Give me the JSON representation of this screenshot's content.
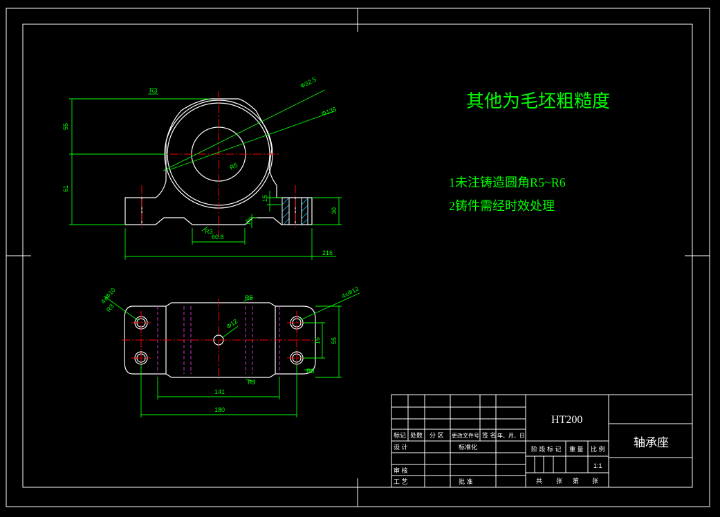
{
  "notes": {
    "title": "其他为毛坯粗糙度",
    "line1": "1未注铸造圆角R5~R6",
    "line2": "2铸件需经时效处理"
  },
  "front_view": {
    "dim_top_small": "R3",
    "dim_phi_inner": "Φ32.5",
    "dim_phi_outer": "Φ135",
    "dim_left_upper": "55",
    "dim_left_lower": "61",
    "dim_center_small": "R5",
    "dim_width_bottom": "60.8",
    "dim_total_width": "216",
    "dim_right_height": "30",
    "dim_small_left": "15",
    "dim_small_angle": "R3",
    "dim_small_chamfer": "45",
    "dim_base_step": "15"
  },
  "top_view": {
    "dim_holes_left": "4xΦ10",
    "dim_holes_right": "4xΦ12",
    "dim_left_small": "R3",
    "dim_top_center": "R5",
    "dim_center_hole": "Φ12",
    "dim_inner_height": "16",
    "dim_outer_height": "55",
    "dim_right_small": "R8",
    "dim_bottom_small": "R3",
    "dim_141": "141",
    "dim_180": "180"
  },
  "title_block": {
    "material": "HT200",
    "part_name": "轴承座",
    "col_mark": "标记",
    "col_count": "处数",
    "col_zone": "分 区",
    "col_change_doc": "更改文件号",
    "col_sign": "签 名",
    "col_date": "年、月、日",
    "row_design": "设 计",
    "row_standardize": "标准化",
    "row_review": "审 核",
    "row_process": "工 艺",
    "row_approve": "批 准",
    "stage_mark": "阶 段 标 记",
    "weight": "重 量",
    "scale_label": "比 例",
    "scale_value": "1:1",
    "sheets_total": "共",
    "sheets_label": "张",
    "sheet_no": "第",
    "sheet_label": "张"
  },
  "colors": {
    "frame": "#ffffff",
    "dimension": "#00ff00",
    "centerline": "#ff0000",
    "hidden": "#cc33cc",
    "hatch": "#00ccff"
  }
}
